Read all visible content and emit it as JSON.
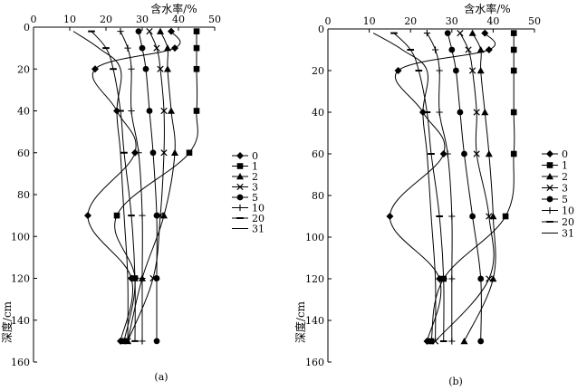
{
  "chart_data": [
    {
      "type": "line",
      "panel_label": "(a)",
      "xlabel": "含水率/%",
      "ylabel": "深度/cm",
      "xlim": [
        0,
        50
      ],
      "ylim": [
        0,
        160
      ],
      "x_ticks": [
        "0",
        "10",
        "20",
        "30",
        "40",
        "50"
      ],
      "y_ticks": [
        "0",
        "20",
        "40",
        "60",
        "80",
        "100",
        "120",
        "140",
        "160"
      ],
      "x_axis_position": "top",
      "y_axis_inverted": true,
      "grid": false,
      "legend_position": "right",
      "series": [
        {
          "name": "0",
          "marker": "diamond",
          "points": [
            [
              38,
              2
            ],
            [
              39,
              10
            ],
            [
              17,
              20
            ],
            [
              23,
              40
            ],
            [
              28,
              60
            ],
            [
              15,
              90
            ],
            [
              27,
              120
            ],
            [
              24,
              150
            ]
          ]
        },
        {
          "name": "1",
          "marker": "square",
          "points": [
            [
              45,
              2
            ],
            [
              45,
              10
            ],
            [
              45,
              20
            ],
            [
              45,
              40
            ],
            [
              43,
              60
            ],
            [
              23,
              90
            ],
            [
              28,
              120
            ],
            [
              25,
              150
            ]
          ]
        },
        {
          "name": "2",
          "marker": "triangle",
          "points": [
            [
              35,
              2
            ],
            [
              37,
              10
            ],
            [
              37,
              20
            ],
            [
              38,
              40
            ],
            [
              39,
              60
            ],
            [
              36,
              90
            ],
            [
              30,
              120
            ],
            [
              26,
              150
            ]
          ]
        },
        {
          "name": "3",
          "marker": "x",
          "points": [
            [
              32,
              2
            ],
            [
              34,
              10
            ],
            [
              35,
              20
            ],
            [
              36,
              40
            ],
            [
              36,
              60
            ],
            [
              35,
              90
            ],
            [
              33,
              120
            ],
            [
              26,
              150
            ]
          ]
        },
        {
          "name": "5",
          "marker": "circle",
          "points": [
            [
              29,
              2
            ],
            [
              30,
              10
            ],
            [
              31,
              20
            ],
            [
              32,
              40
            ],
            [
              33,
              60
            ],
            [
              34,
              90
            ],
            [
              34,
              120
            ],
            [
              34,
              150
            ]
          ]
        },
        {
          "name": "10",
          "marker": "plus",
          "points": [
            [
              24,
              2
            ],
            [
              26,
              10
            ],
            [
              27,
              20
            ],
            [
              27,
              40
            ],
            [
              29,
              60
            ],
            [
              30,
              90
            ],
            [
              30,
              120
            ],
            [
              30,
              150
            ]
          ]
        },
        {
          "name": "20",
          "marker": "dash",
          "points": [
            [
              16,
              2
            ],
            [
              20,
              10
            ],
            [
              22,
              20
            ],
            [
              24,
              40
            ],
            [
              25,
              60
            ],
            [
              27,
              90
            ],
            [
              28,
              120
            ],
            [
              28,
              150
            ]
          ]
        },
        {
          "name": "31",
          "marker": "line",
          "points": [
            [
              11,
              2
            ],
            [
              18,
              10
            ],
            [
              24,
              20
            ],
            [
              23,
              40
            ],
            [
              24,
              60
            ],
            [
              25,
              90
            ],
            [
              26,
              120
            ],
            [
              26,
              150
            ]
          ]
        }
      ]
    },
    {
      "type": "line",
      "panel_label": "(b)",
      "xlabel": "含水率/%",
      "ylabel": "深度/cm",
      "xlim": [
        0,
        50
      ],
      "ylim": [
        0,
        160
      ],
      "x_ticks": [
        "0",
        "10",
        "20",
        "30",
        "40",
        "50"
      ],
      "y_ticks": [
        "0",
        "20",
        "40",
        "60",
        "80",
        "100",
        "120",
        "140",
        "160"
      ],
      "x_axis_position": "top",
      "y_axis_inverted": true,
      "grid": false,
      "legend_position": "right",
      "series": [
        {
          "name": "0",
          "marker": "diamond",
          "points": [
            [
              38,
              2
            ],
            [
              39,
              10
            ],
            [
              17,
              20
            ],
            [
              23,
              40
            ],
            [
              28,
              60
            ],
            [
              15,
              90
            ],
            [
              27,
              120
            ],
            [
              24,
              150
            ]
          ]
        },
        {
          "name": "1",
          "marker": "square",
          "points": [
            [
              45,
              2
            ],
            [
              45,
              10
            ],
            [
              45,
              20
            ],
            [
              45,
              40
            ],
            [
              45,
              60
            ],
            [
              43,
              90
            ],
            [
              28,
              120
            ],
            [
              25,
              150
            ]
          ]
        },
        {
          "name": "2",
          "marker": "triangle",
          "points": [
            [
              35,
              2
            ],
            [
              37,
              10
            ],
            [
              37,
              20
            ],
            [
              38,
              40
            ],
            [
              39,
              60
            ],
            [
              40,
              90
            ],
            [
              40,
              120
            ],
            [
              33,
              150
            ]
          ]
        },
        {
          "name": "3",
          "marker": "x",
          "points": [
            [
              32,
              2
            ],
            [
              34,
              10
            ],
            [
              35,
              20
            ],
            [
              36,
              40
            ],
            [
              36,
              60
            ],
            [
              39,
              90
            ],
            [
              39,
              120
            ],
            [
              26,
              150
            ]
          ]
        },
        {
          "name": "5",
          "marker": "circle",
          "points": [
            [
              29,
              2
            ],
            [
              30,
              10
            ],
            [
              31,
              20
            ],
            [
              32,
              40
            ],
            [
              33,
              60
            ],
            [
              35,
              90
            ],
            [
              37,
              120
            ],
            [
              37,
              150
            ]
          ]
        },
        {
          "name": "10",
          "marker": "plus",
          "points": [
            [
              24,
              2
            ],
            [
              26,
              10
            ],
            [
              27,
              20
            ],
            [
              27,
              40
            ],
            [
              29,
              60
            ],
            [
              30,
              90
            ],
            [
              30,
              120
            ],
            [
              30,
              150
            ]
          ]
        },
        {
          "name": "20",
          "marker": "dash",
          "points": [
            [
              16,
              2
            ],
            [
              20,
              10
            ],
            [
              22,
              20
            ],
            [
              24,
              40
            ],
            [
              25,
              60
            ],
            [
              27,
              90
            ],
            [
              28,
              120
            ],
            [
              28,
              150
            ]
          ]
        },
        {
          "name": "31",
          "marker": "line",
          "points": [
            [
              11,
              2
            ],
            [
              18,
              10
            ],
            [
              24,
              20
            ],
            [
              23,
              40
            ],
            [
              24,
              60
            ],
            [
              25,
              90
            ],
            [
              26,
              120
            ],
            [
              26,
              150
            ]
          ]
        }
      ]
    }
  ]
}
